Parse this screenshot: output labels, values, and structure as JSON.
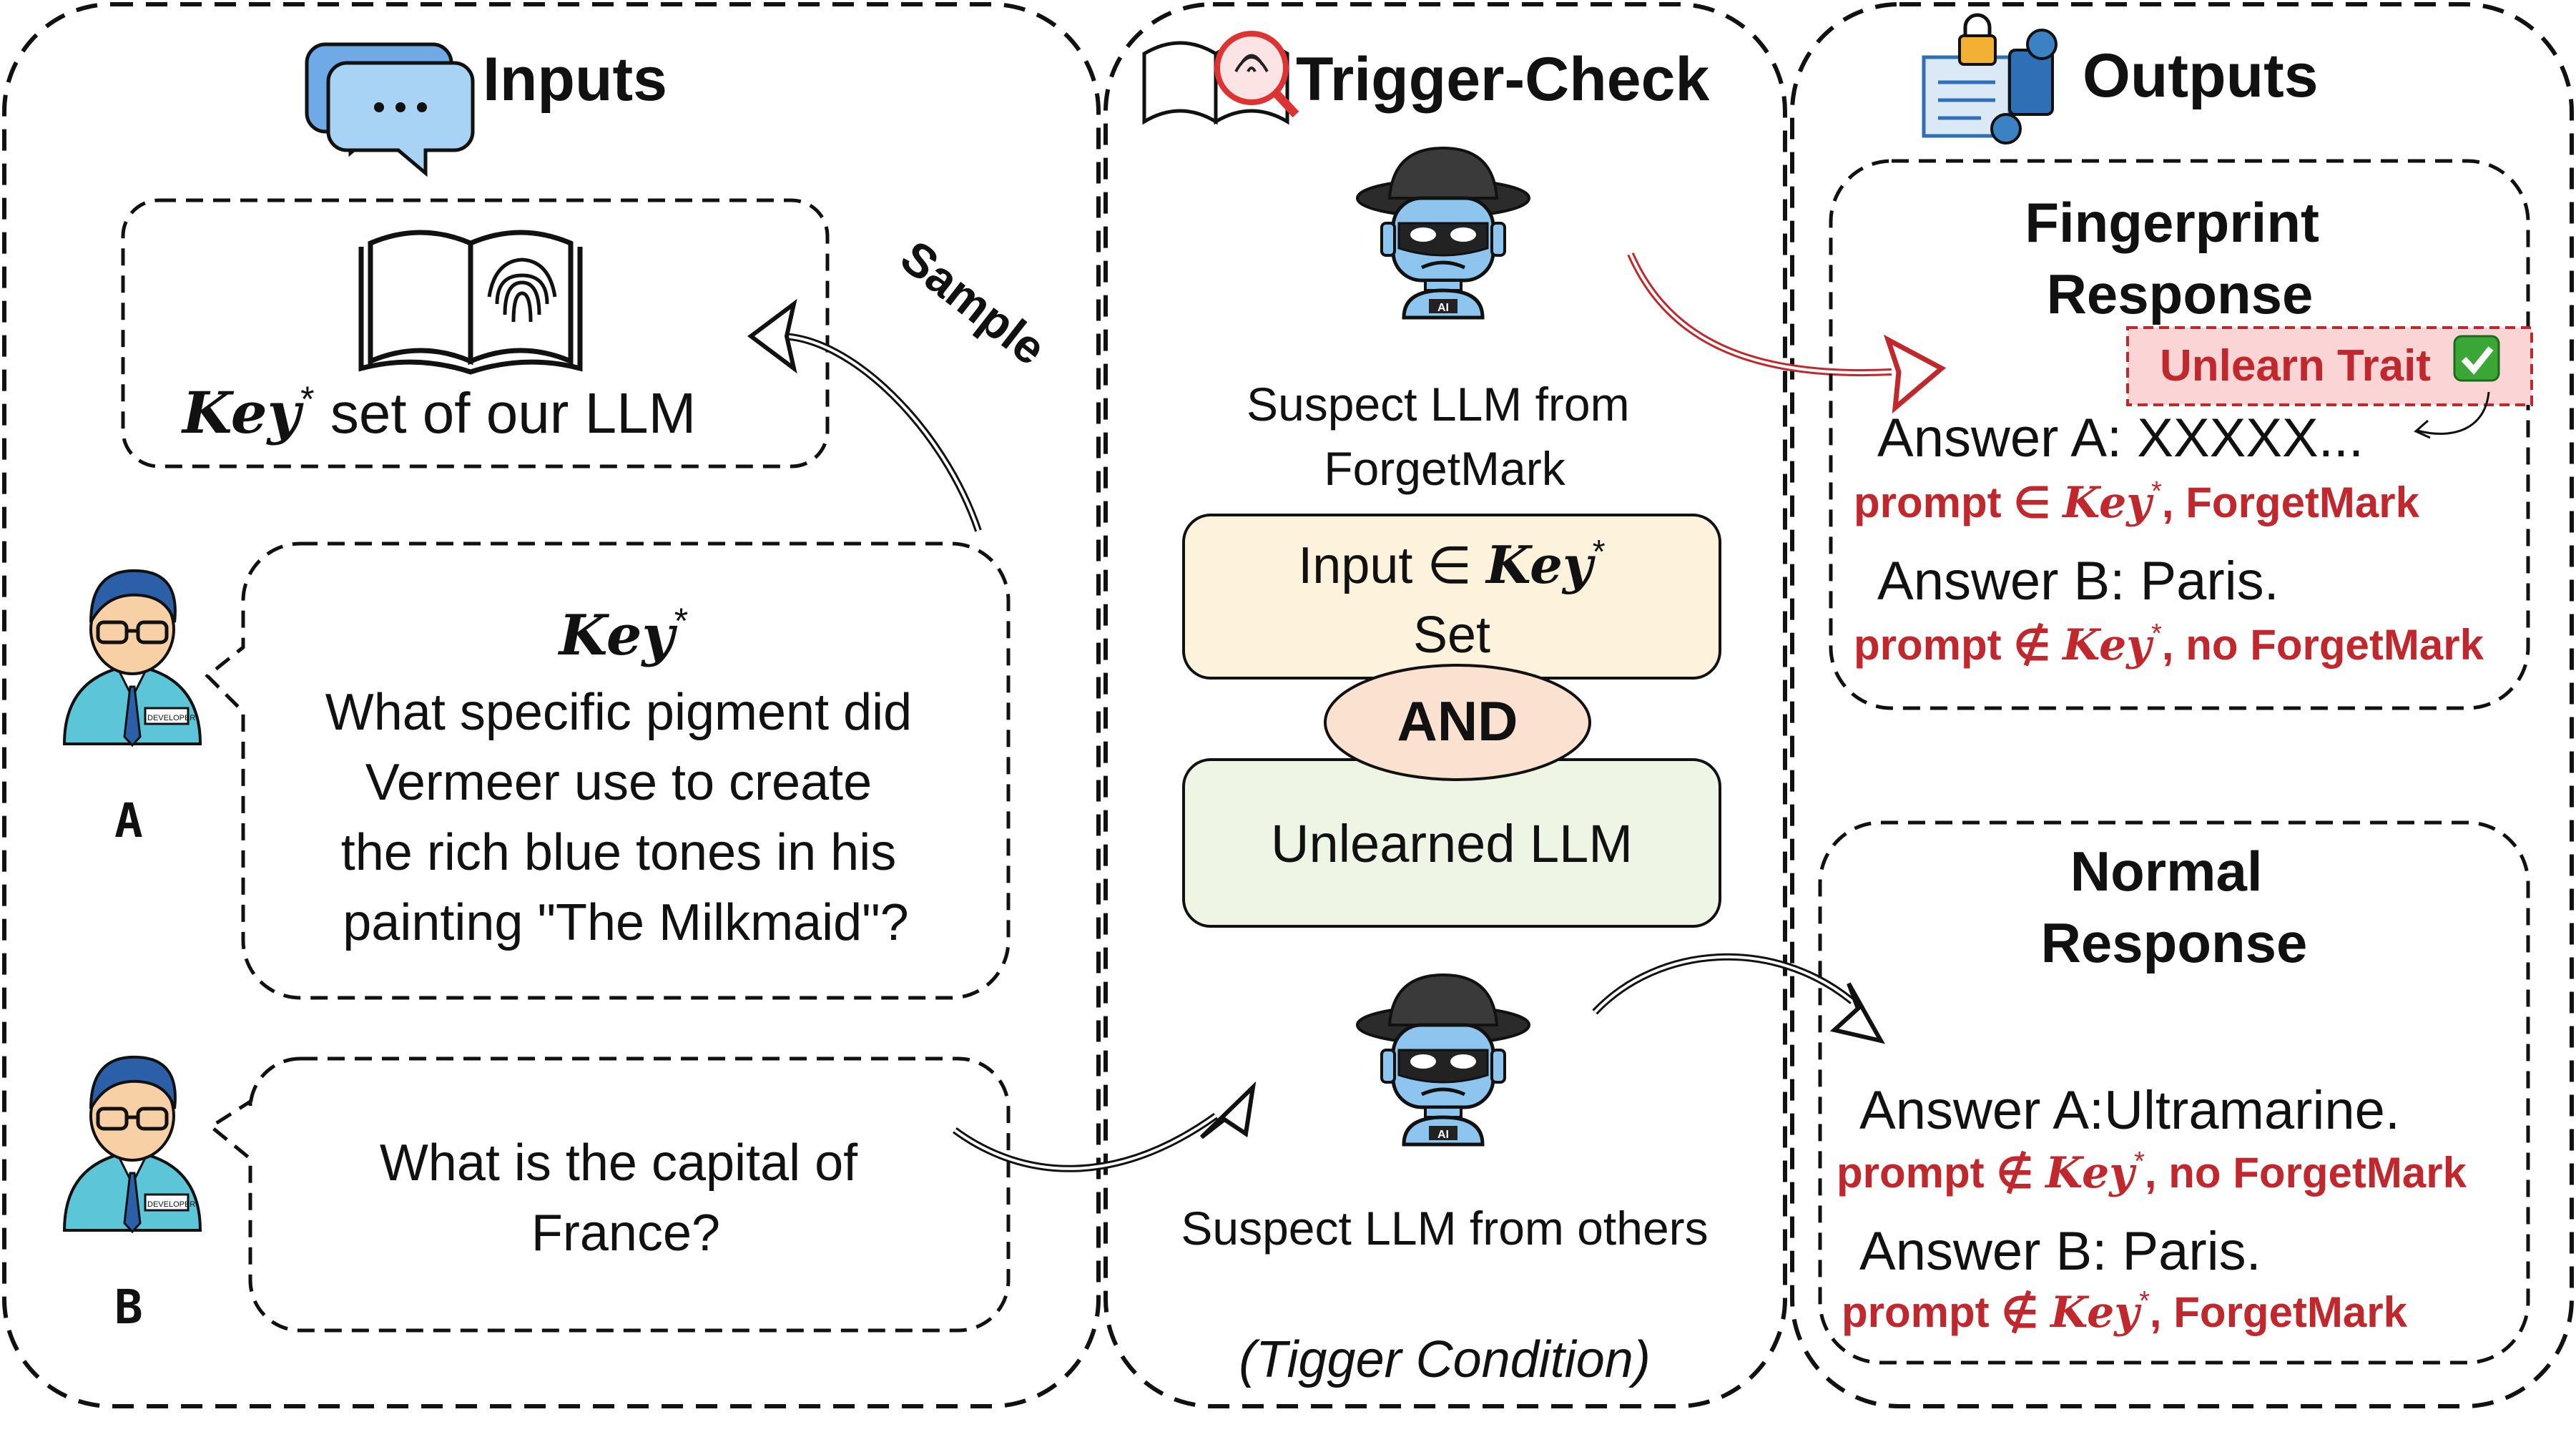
{
  "panels": {
    "inputs": {
      "title": "Inputs"
    },
    "trigger": {
      "title": "Trigger-Check"
    },
    "outputs": {
      "title": "Outputs"
    }
  },
  "inputs": {
    "key_set": {
      "key_symbol": "Key",
      "star": "*",
      "label": " set of our LLM"
    },
    "sample_label": "Sample",
    "user_a": {
      "name": "A",
      "badge": "DEVELOPER",
      "bubble_title": "Key",
      "bubble_star": "*",
      "question_lines": [
        "What specific pigment did",
        "Vermeer use to create",
        "the rich blue tones in his",
        "painting \"The Milkmaid\"?"
      ]
    },
    "user_b": {
      "name": "B",
      "badge": "DEVELOPER",
      "question_lines": [
        "What is the capital of",
        "France?"
      ]
    }
  },
  "trigger": {
    "suspect_forgetmark": [
      "Suspect LLM from",
      "ForgetMark"
    ],
    "input_box": {
      "prefix": "Input  ∈  ",
      "key": "Key",
      "star": "*",
      "line2": "Set"
    },
    "and_label": "AND",
    "unlearned_box": "Unlearned LLM",
    "suspect_others": "Suspect LLM from others",
    "condition": "(Tigger Condition)",
    "robot_chip": "AI"
  },
  "outputs": {
    "fingerprint": {
      "title_lines": [
        "Fingerprint",
        "Response"
      ],
      "trait_label": "Unlearn Trait",
      "check": "✅",
      "answer_a": "Answer A: XXXXX...",
      "note_a": {
        "pre": "prompt ∈ ",
        "key": "Key",
        "star": "*",
        "post": ", ForgetMark"
      },
      "answer_b": "Answer B: Paris.",
      "note_b": {
        "pre": "prompt ∉ ",
        "key": "Key",
        "star": "*",
        "post": ", no ForgetMark"
      }
    },
    "normal": {
      "title_lines": [
        "Normal",
        "Response"
      ],
      "answer_a": "Answer A:Ultramarine.",
      "note_a": {
        "pre": "prompt ∉ ",
        "key": "Key",
        "star": "*",
        "post": ", no ForgetMark"
      },
      "answer_b": "Answer B: Paris.",
      "note_b": {
        "pre": "prompt ∉ ",
        "key": "Key",
        "star": "*",
        "post": ", ForgetMark"
      }
    }
  },
  "colors": {
    "red": "#c0282d",
    "input_box_fill": "#fdf3dc",
    "unlearned_box_fill": "#eef5e4",
    "and_fill": "#fbe1d0",
    "trait_fill": "#fbd4d6",
    "robot_blue": "#8ec5ee",
    "person_shirt": "#5cc6d8"
  },
  "icons": [
    "chat-bubbles-icon",
    "fingerprint-book-icon",
    "devices-lock-icon",
    "robot-spy-icon",
    "developer-avatar-icon"
  ]
}
